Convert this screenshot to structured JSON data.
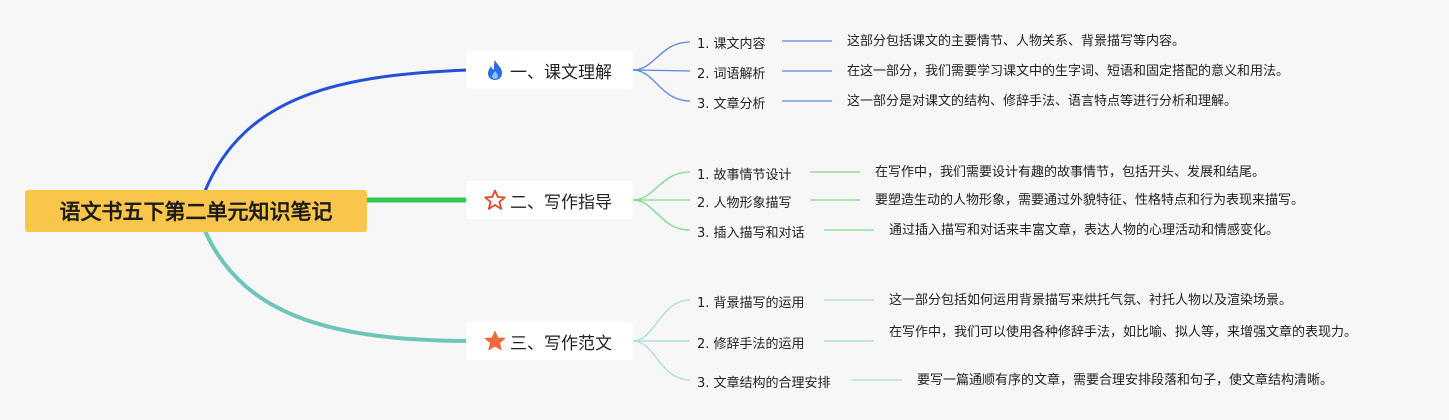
{
  "root": {
    "label": "语文书五下第二单元知识笔记"
  },
  "branches": [
    {
      "label": "一、课文理解",
      "icon": "flame-icon",
      "color": "#2450d8",
      "children": [
        {
          "label": "1. 课文内容",
          "desc": "这部分包括课文的主要情节、人物关系、背景描写等内容。"
        },
        {
          "label": "2. 词语解析",
          "desc": "在这一部分，我们需要学习课文中的生字词、短语和固定搭配的意义和用法。"
        },
        {
          "label": "3. 文章分析",
          "desc": "这一部分是对课文的结构、修辞手法、语言特点等进行分析和理解。"
        }
      ]
    },
    {
      "label": "二、写作指导",
      "icon": "star-outline-icon",
      "color": "#33c653",
      "children": [
        {
          "label": "1. 故事情节设计",
          "desc": "在写作中，我们需要设计有趣的故事情节，包括开头、发展和结尾。"
        },
        {
          "label": "2. 人物形象描写",
          "desc": "要塑造生动的人物形象，需要通过外貌特征、性格特点和行为表现来描写。"
        },
        {
          "label": "3. 插入描写和对话",
          "desc": "通过插入描写和对话来丰富文章，表达人物的心理活动和情感变化。"
        }
      ]
    },
    {
      "label": "三、写作范文",
      "icon": "star-filled-icon",
      "color": "#6ec6b8",
      "children": [
        {
          "label": "1. 背景描写的运用",
          "desc": "这一部分包括如何运用背景描写来烘托气氛、衬托人物以及渲染场景。"
        },
        {
          "label": "2. 修辞手法的运用",
          "desc": "在写作中，我们可以使用各种修辞手法，如比喻、拟人等，来增强文章的表现力。"
        },
        {
          "label": "3. 文章结构的合理安排",
          "desc": "要写一篇通顺有序的文章，需要合理安排段落和句子，使文章结构清晰。"
        }
      ]
    }
  ]
}
